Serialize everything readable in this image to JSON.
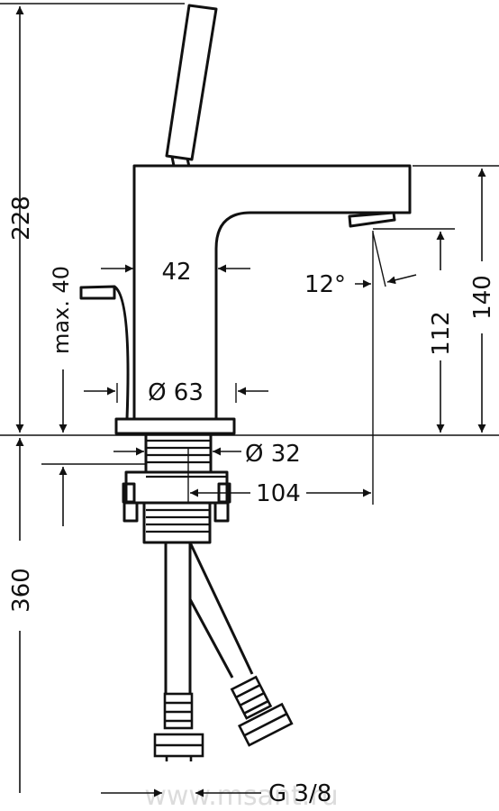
{
  "dimensions": {
    "overall_height_above": "228",
    "max_lever": "max. 40",
    "body_width": "42",
    "spout_angle": "12°",
    "spout_outlet_height": "112",
    "spout_top_height": "140",
    "base_diameter": "Ø 63",
    "shank_diameter": "Ø 32",
    "spout_reach": "104",
    "hose_length": "360",
    "connection_thread": "G 3/8"
  },
  "watermark": "www.msant.ru",
  "colors": {
    "line": "#111111",
    "watermark": "#dcdcdc",
    "background": "#ffffff"
  }
}
